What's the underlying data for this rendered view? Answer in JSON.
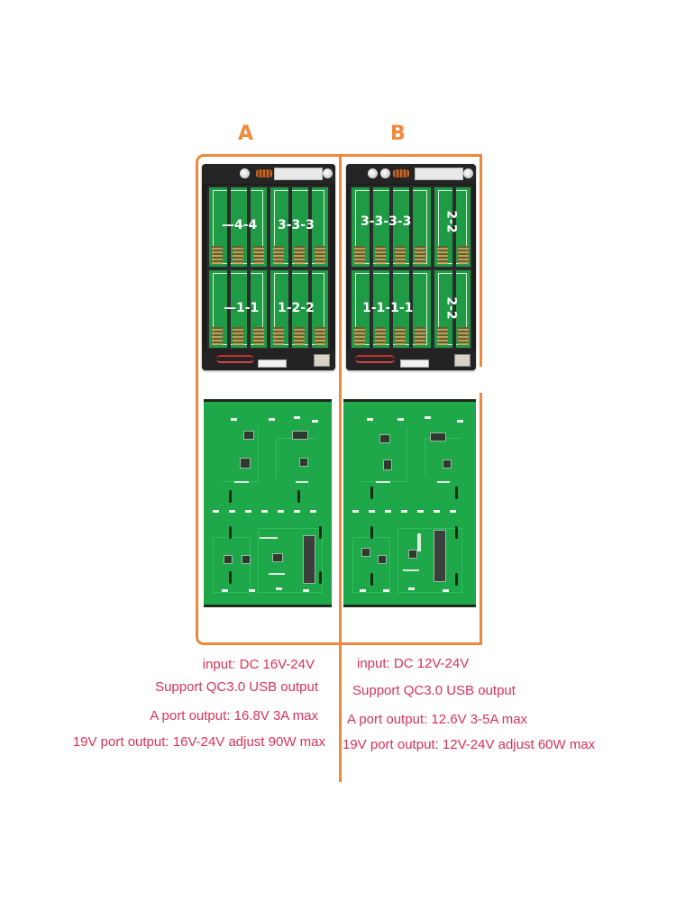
{
  "variants": [
    {
      "id": "A",
      "label": "A",
      "battery_holder": {
        "bays": [
          {
            "position": "top-left",
            "code": "—4-4"
          },
          {
            "position": "top-right",
            "code": "3-3-3"
          },
          {
            "position": "bottom-left",
            "code": "—1-1"
          },
          {
            "position": "bottom-right",
            "code": "1-2-2"
          }
        ]
      },
      "specs": {
        "input": "input: DC 16V-24V",
        "usb": "Support QC3.0 USB output",
        "a_port": "A port output: 16.8V 3A max",
        "port_19v": "19V port output: 16V-24V adjust 90W max"
      }
    },
    {
      "id": "B",
      "label": "B",
      "battery_holder": {
        "bays": [
          {
            "position": "top-left",
            "code": "3-3-3-3"
          },
          {
            "position": "top-right",
            "code": "2-2"
          },
          {
            "position": "bottom-left",
            "code": "1-1-1-1"
          },
          {
            "position": "bottom-right",
            "code": "2-2"
          }
        ]
      },
      "specs": {
        "input": "input: DC 12V-24V",
        "usb": "Support QC3.0 USB output",
        "a_port": "A port output: 12.6V 3-5A max",
        "port_19v": "19V port output: 12V-24V adjust 60W max"
      }
    }
  ],
  "colors": {
    "accent_orange": "#f0883a",
    "spec_text": "#d9325a",
    "pcb_green": "#1fa84a",
    "holder_black": "#1c1d1c"
  }
}
